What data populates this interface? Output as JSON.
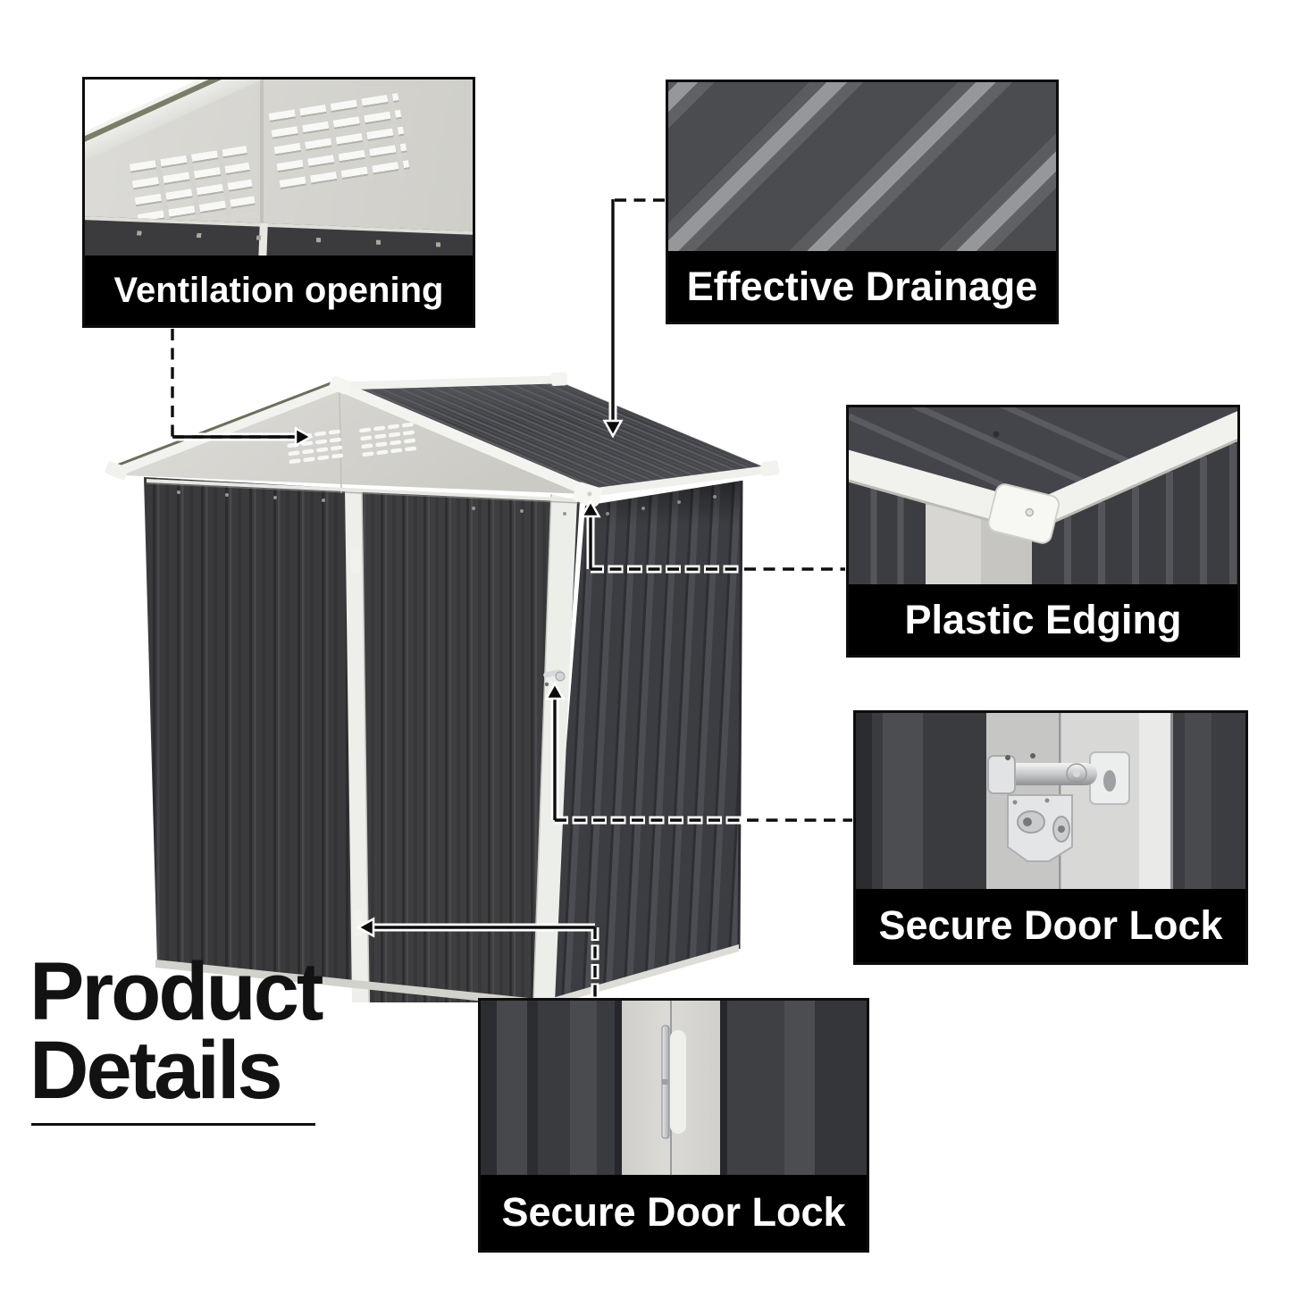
{
  "title": {
    "line1": "Product",
    "line2": "Details"
  },
  "callouts": {
    "ventilation": {
      "label": "Ventilation opening"
    },
    "drainage": {
      "label": "Effective Drainage"
    },
    "edging": {
      "label": "Plastic Edging"
    },
    "lock_right": {
      "label": "Secure Door Lock"
    },
    "lock_bottom": {
      "label": "Secure Door Lock"
    }
  },
  "colors": {
    "background": "#ffffff",
    "label_bar": "#000000",
    "label_text": "#ffffff",
    "title_text": "#121212",
    "shed_wall_dark": "#3a3a3d",
    "shed_roof_dark": "#414246",
    "shed_trim_white": "#f2f2ef",
    "gable_gray": "#d6d5d1",
    "connector_line": "#0d0d0d"
  }
}
